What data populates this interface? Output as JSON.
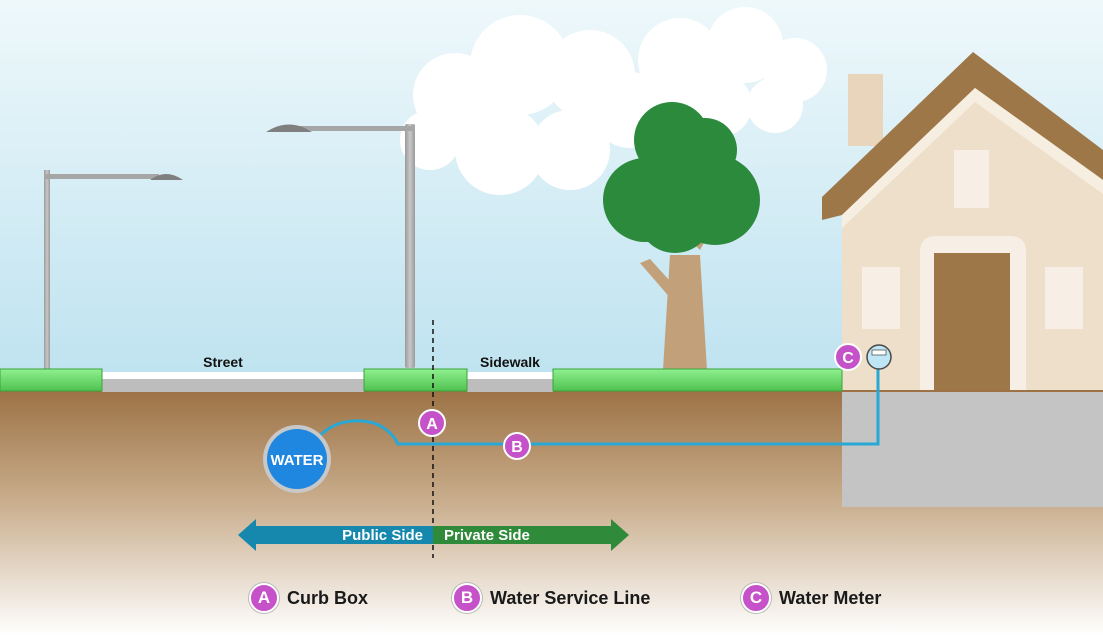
{
  "labels": {
    "street": "Street",
    "sidewalk": "Sidewalk",
    "water_main": "WATER",
    "public_side": "Public Side",
    "private_side": "Private Side"
  },
  "markers": {
    "a": "A",
    "b": "B",
    "c": "C"
  },
  "legend": [
    {
      "letter": "A",
      "label": "Curb Box"
    },
    {
      "letter": "B",
      "label": "Water Service Line"
    },
    {
      "letter": "C",
      "label": "Water Meter"
    }
  ],
  "colors": {
    "marker": "#c552c8",
    "pipe": "#28a8d4",
    "water_main": "#1f87e0",
    "public_side": "#1688ad",
    "private_side": "#2f8a3a",
    "grass": "#6cd86c",
    "house_wall": "#eedfca",
    "roof": "#9e7748",
    "tree_canopy": "#2c8a3c"
  }
}
